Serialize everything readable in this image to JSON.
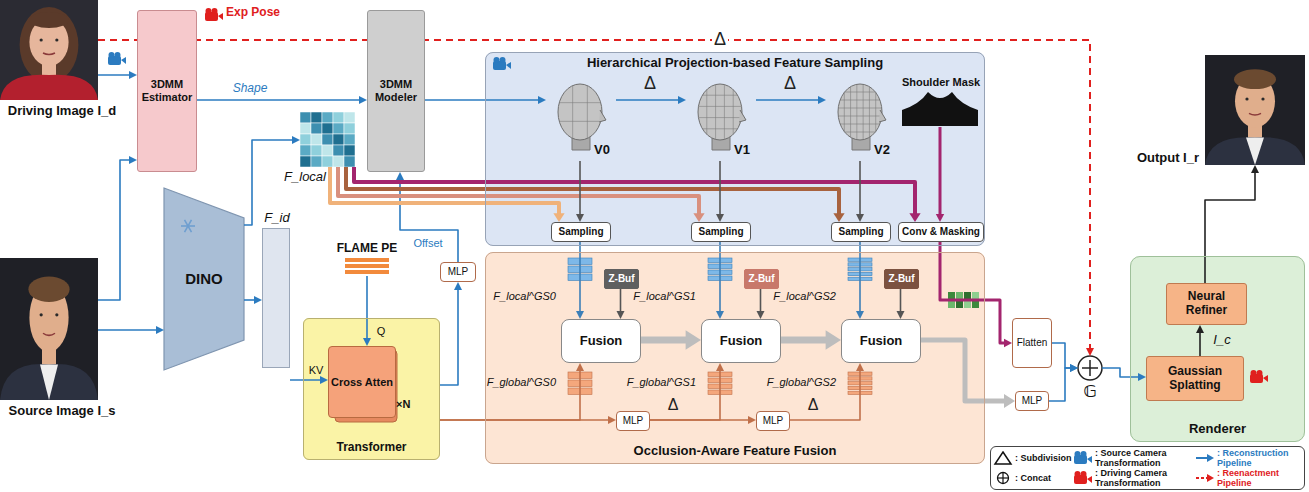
{
  "diagram": {
    "nodes": [
      {
        "text": [
          "Driving Image I_d"
        ]
      },
      {
        "text": [
          "Source Image I_s"
        ]
      },
      {
        "text": [
          "3DMM Estimator"
        ]
      },
      {
        "text": [
          "3DMM Modeler"
        ]
      },
      {
        "text": [
          "DINO"
        ]
      },
      {
        "text": [
          "F_local"
        ]
      },
      {
        "text": [
          "F_id"
        ]
      },
      {
        "text": [
          "FLAME PE"
        ]
      },
      {
        "text": [
          "Transformer"
        ]
      },
      {
        "text": [
          "Cross Atten"
        ],
        "in": 8
      },
      {
        "text": [
          "MLP"
        ]
      },
      {
        "text": [
          "Hierarchical Projection-based Feature Sampling"
        ]
      },
      {
        "text": [
          "V0"
        ],
        "in": 11
      },
      {
        "text": [
          "V1"
        ],
        "in": 11
      },
      {
        "text": [
          "V2"
        ],
        "in": 11
      },
      {
        "text": [
          "Shoulder Mask"
        ],
        "in": 11
      },
      {
        "text": [
          "Sampling"
        ],
        "in": 11
      },
      {
        "text": [
          "Sampling"
        ],
        "in": 11
      },
      {
        "text": [
          "Sampling"
        ],
        "in": 11
      },
      {
        "text": [
          "Conv & Masking"
        ],
        "in": 11
      },
      {
        "text": [
          "Occlusion-Aware Feature Fusion"
        ]
      },
      {
        "text": [
          "Z-Buf"
        ],
        "in": 20
      },
      {
        "text": [
          "Z-Buf"
        ],
        "in": 20
      },
      {
        "text": [
          "Z-Buf"
        ],
        "in": 20
      },
      {
        "text": [
          "Fusion"
        ],
        "in": 20
      },
      {
        "text": [
          "Fusion"
        ],
        "in": 20
      },
      {
        "text": [
          "Fusion"
        ],
        "in": 20
      },
      {
        "text": [
          "MLP"
        ],
        "in": 20
      },
      {
        "text": [
          "MLP"
        ],
        "in": 20
      },
      {
        "text": [
          "Flatten"
        ]
      },
      {
        "text": [
          "MLP"
        ]
      },
      {
        "text": [
          "𝔾"
        ]
      },
      {
        "text": [
          "Renderer"
        ]
      },
      {
        "text": [
          "Neural Refiner"
        ],
        "in": 32
      },
      {
        "text": [
          "Gaussian Splatting"
        ],
        "in": 32
      },
      {
        "text": [
          "Output I_r"
        ]
      }
    ],
    "edges": [
      {
        "from": 0,
        "to": 2,
        "arrow": "to"
      },
      {
        "from": 1,
        "to": 2,
        "arrow": "to"
      },
      {
        "from": 1,
        "to": 4,
        "arrow": "to"
      },
      {
        "from": 2,
        "to": 3,
        "arrow": "to",
        "label": "Shape"
      },
      {
        "from": 0,
        "to": 31,
        "arrow": "to",
        "label": "Δ"
      },
      {
        "from": 3,
        "to": 12,
        "arrow": "to"
      },
      {
        "from": 12,
        "to": 13,
        "arrow": "to",
        "label": "Δ"
      },
      {
        "from": 13,
        "to": 14,
        "arrow": "to",
        "label": "Δ"
      },
      {
        "from": 4,
        "to": 5,
        "arrow": "to"
      },
      {
        "from": 4,
        "to": 6,
        "arrow": "to"
      },
      {
        "from": 6,
        "to": 9,
        "arrow": "to",
        "label": "KV"
      },
      {
        "from": 7,
        "to": 9,
        "arrow": "to",
        "label": "Q"
      },
      {
        "from": 8,
        "to": 10,
        "arrow": "to"
      },
      {
        "from": 10,
        "to": 3,
        "arrow": "to",
        "label": "Offset"
      },
      {
        "from": 5,
        "to": 16,
        "arrow": "to"
      },
      {
        "from": 5,
        "to": 17,
        "arrow": "to"
      },
      {
        "from": 5,
        "to": 18,
        "arrow": "to"
      },
      {
        "from": 5,
        "to": 19,
        "arrow": "to"
      },
      {
        "from": 12,
        "to": 16,
        "arrow": "to"
      },
      {
        "from": 13,
        "to": 17,
        "arrow": "to"
      },
      {
        "from": 14,
        "to": 18,
        "arrow": "to"
      },
      {
        "from": 15,
        "to": 19,
        "arrow": "to"
      },
      {
        "from": 16,
        "to": 24,
        "arrow": "to"
      },
      {
        "from": 17,
        "to": 25,
        "arrow": "to"
      },
      {
        "from": 18,
        "to": 26,
        "arrow": "to"
      },
      {
        "from": 21,
        "to": 24,
        "arrow": "to"
      },
      {
        "from": 22,
        "to": 25,
        "arrow": "to"
      },
      {
        "from": 23,
        "to": 26,
        "arrow": "to"
      },
      {
        "from": 8,
        "to": 24,
        "arrow": "to"
      },
      {
        "from": 8,
        "to": 27,
        "arrow": "to"
      },
      {
        "from": 27,
        "to": 25,
        "arrow": "to",
        "label": "Δ"
      },
      {
        "from": 27,
        "to": 28,
        "arrow": "to"
      },
      {
        "from": 28,
        "to": 26,
        "arrow": "to",
        "label": "Δ"
      },
      {
        "from": 24,
        "to": 25,
        "arrow": "to"
      },
      {
        "from": 25,
        "to": 26,
        "arrow": "to"
      },
      {
        "from": 26,
        "to": 30,
        "arrow": "to"
      },
      {
        "from": 19,
        "to": 29,
        "arrow": "to"
      },
      {
        "from": 29,
        "to": 31,
        "arrow": "to"
      },
      {
        "from": 30,
        "to": 31,
        "arrow": "to"
      },
      {
        "from": 31,
        "to": 34,
        "arrow": "to"
      },
      {
        "from": 34,
        "to": 33,
        "arrow": "to",
        "label": "I_c"
      },
      {
        "from": 33,
        "to": 35,
        "arrow": "to"
      }
    ],
    "labels": [
      "Exp Pose",
      "×N",
      "F_local^GS0",
      "F_local^GS1",
      "F_local^GS2",
      "F_global^GS0",
      "F_global^GS1",
      "F_global^GS2"
    ],
    "legend": [
      {
        "text": ": Subdivision"
      },
      {
        "text": ": Source Camera Transformation"
      },
      {
        "text": ": Reconstruction Pipeline"
      },
      {
        "text": ": Concat"
      },
      {
        "text": ": Driving Camera Transformation"
      },
      {
        "text": ": Reenactment Pipeline"
      }
    ]
  }
}
